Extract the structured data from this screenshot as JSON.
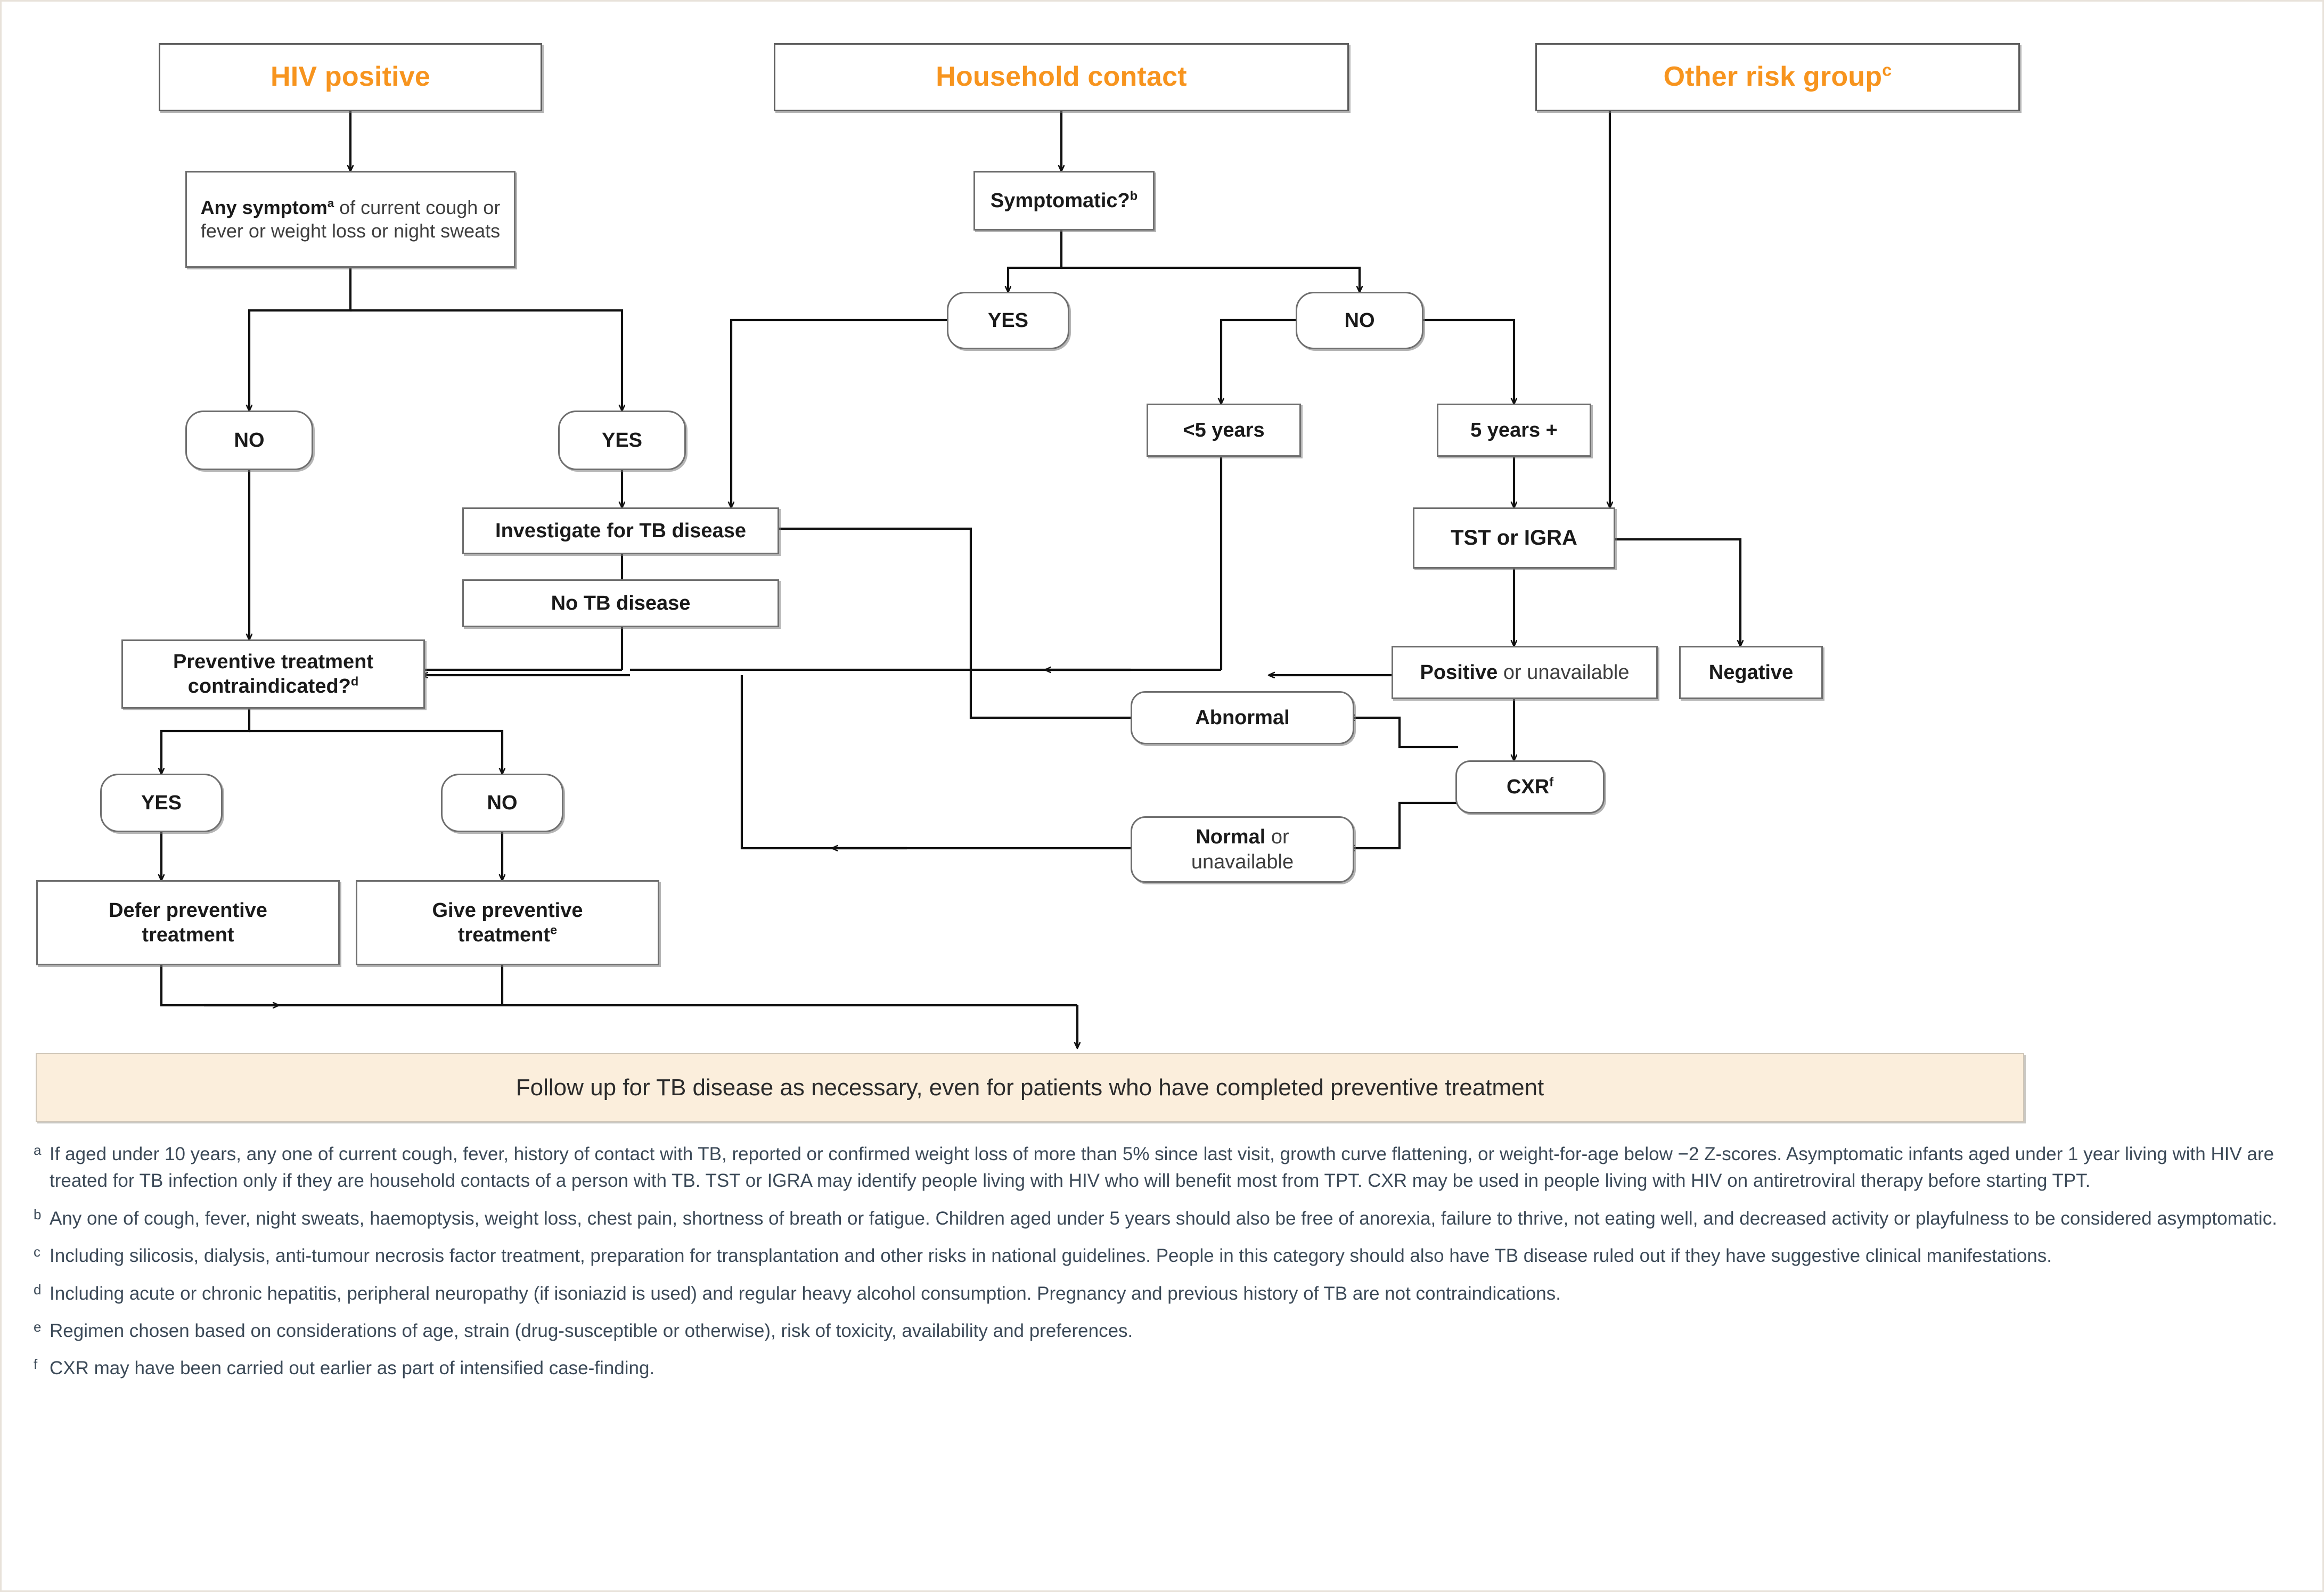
{
  "diagram": {
    "title_boxes": [
      {
        "id": "hiv",
        "label": "HIV positive",
        "footnote": ""
      },
      {
        "id": "household",
        "label": "Household contact",
        "footnote": ""
      },
      {
        "id": "other",
        "label": "Other risk group",
        "footnote": "c"
      }
    ],
    "nodes": {
      "any_symptom_bold": "Any symptom",
      "any_symptom_sup": "a",
      "any_symptom_rest": " of current cough or fever or weight loss or night sweats",
      "symptomatic": "Symptomatic?",
      "symptomatic_sup": "b",
      "yes": "YES",
      "no": "NO",
      "under5": "<5 years",
      "fiveplus": "5 years +",
      "tst_igra": "TST or IGRA",
      "positive_bold": "Positive",
      "positive_rest": " or unavailable",
      "negative": "Negative",
      "investigate": "Investigate for TB disease",
      "no_tb_disease": "No TB disease",
      "prev_treat_line1": "Preventive treatment",
      "prev_treat_line2": "contraindicated?",
      "prev_treat_sup": "d",
      "abnormal": "Abnormal",
      "cxr": "CXR",
      "cxr_sup": "f",
      "normal_bold": "Normal",
      "normal_rest": " or",
      "normal_line2": "unavailable",
      "defer_line1": "Defer preventive",
      "defer_line2": "treatment",
      "give_line1": "Give preventive",
      "give_line2": "treatment",
      "give_sup": "e"
    },
    "banner": "Follow up for TB disease as necessary, even for patients who have completed preventive treatment",
    "footnotes": [
      {
        "marker": "a",
        "text": "If aged under 10 years, any one of current cough, fever, history of contact with TB, reported or confirmed weight loss of more than 5% since last visit, growth curve flattening, or weight-for-age below −2 Z-scores. Asymptomatic infants aged under 1 year living with HIV are treated for TB infection only if they are household contacts of a person with TB. TST or IGRA may identify people living with HIV who will benefit most from TPT. CXR may be used in people living with HIV on antiretroviral therapy before starting TPT."
      },
      {
        "marker": "b",
        "text": "Any one of cough, fever, night sweats, haemoptysis, weight loss, chest pain, shortness of breath or fatigue. Children aged under 5 years should also be free of anorexia, failure to thrive, not eating well, and decreased activity or playfulness to be considered asymptomatic."
      },
      {
        "marker": "c",
        "text": "Including silicosis, dialysis, anti-tumour necrosis factor treatment, preparation for transplantation and other risks in national guidelines. People in this category should also have TB disease ruled out if they have suggestive clinical manifestations."
      },
      {
        "marker": "d",
        "text": "Including acute or chronic hepatitis, peripheral neuropathy (if isoniazid is used) and regular heavy alcohol consumption. Pregnancy and previous history of TB are not contraindications."
      },
      {
        "marker": "e",
        "text": "Regimen chosen based on considerations of age, strain (drug-susceptible or otherwise), risk of toxicity, availability and preferences."
      },
      {
        "marker": "f",
        "text": "CXR may have been carried out earlier as part of intensified case-finding."
      }
    ],
    "colors": {
      "accent_orange": "#F7941E",
      "banner_fill": "#FBEEDC",
      "node_border": "#6f6f6f",
      "footnote_text": "#3c4a58",
      "page_border": "#e8e2da"
    }
  }
}
